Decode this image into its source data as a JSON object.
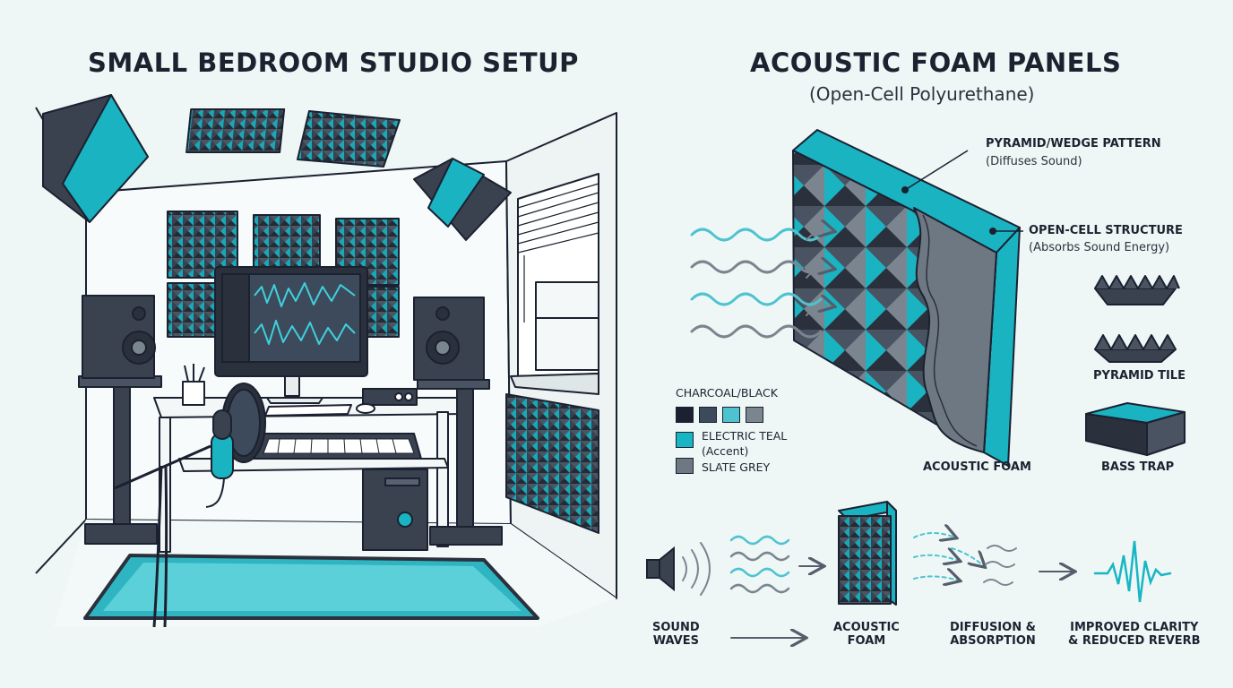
{
  "left_title": "SMALL BEDROOM STUDIO SETUP",
  "right_title": "ACOUSTIC FOAM PANELS",
  "right_subtitle": "(Open-Cell Polyurethane)",
  "callouts": {
    "pyramid_title": "PYRAMID/WEDGE PATTERN",
    "pyramid_sub": "(Diffuses Sound)",
    "opencell_title": "OPEN-CELL STRUCTURE",
    "opencell_sub": "(Absorbs Sound Energy)"
  },
  "panel_label": "ACOUSTIC FOAM",
  "products": {
    "pyramid_tile": "PYRAMID TILE",
    "bass_trap": "BASS TRAP"
  },
  "legend": {
    "charcoal_label": "CHARCOAL/BLACK",
    "swatches": [
      "#1b2130",
      "#3d4a5b",
      "#4ec3cf",
      "#7b858f"
    ],
    "teal_label": "ELECTRIC TEAL",
    "teal_sub": "(Accent)",
    "teal_color": "#18b5c4",
    "slate_label": "SLATE GREY",
    "slate_color": "#6e7882"
  },
  "process": {
    "step1": "SOUND\nWAVES",
    "step2": "ACOUSTIC\nFOAM",
    "step3": "DIFFUSION &\nABSORPTION",
    "step4": "IMPROVED CLARITY\n& REDUCED REVERB"
  },
  "colors": {
    "charcoal": "#2b313c",
    "teal": "#18b5c4",
    "slate": "#6e7882",
    "outline": "#1b2130",
    "background": "#eef7f6"
  }
}
